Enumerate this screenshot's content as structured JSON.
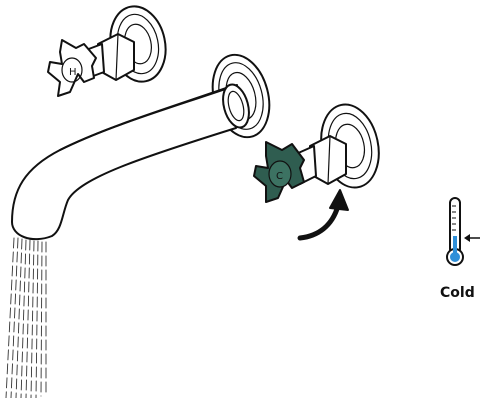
{
  "diagram": {
    "temperature_label": "Cold",
    "highlight_color": "#2f5d50",
    "arrow_color": "#111111",
    "thermometer_fill_color": "#2f8fd8",
    "icons": {
      "hot_handle": "hot-tap-cross-handle",
      "cold_handle": "cold-tap-cross-handle",
      "spout": "wall-spout",
      "arrow": "counterclockwise-turn-arrow",
      "thermometer": "thermometer"
    }
  }
}
